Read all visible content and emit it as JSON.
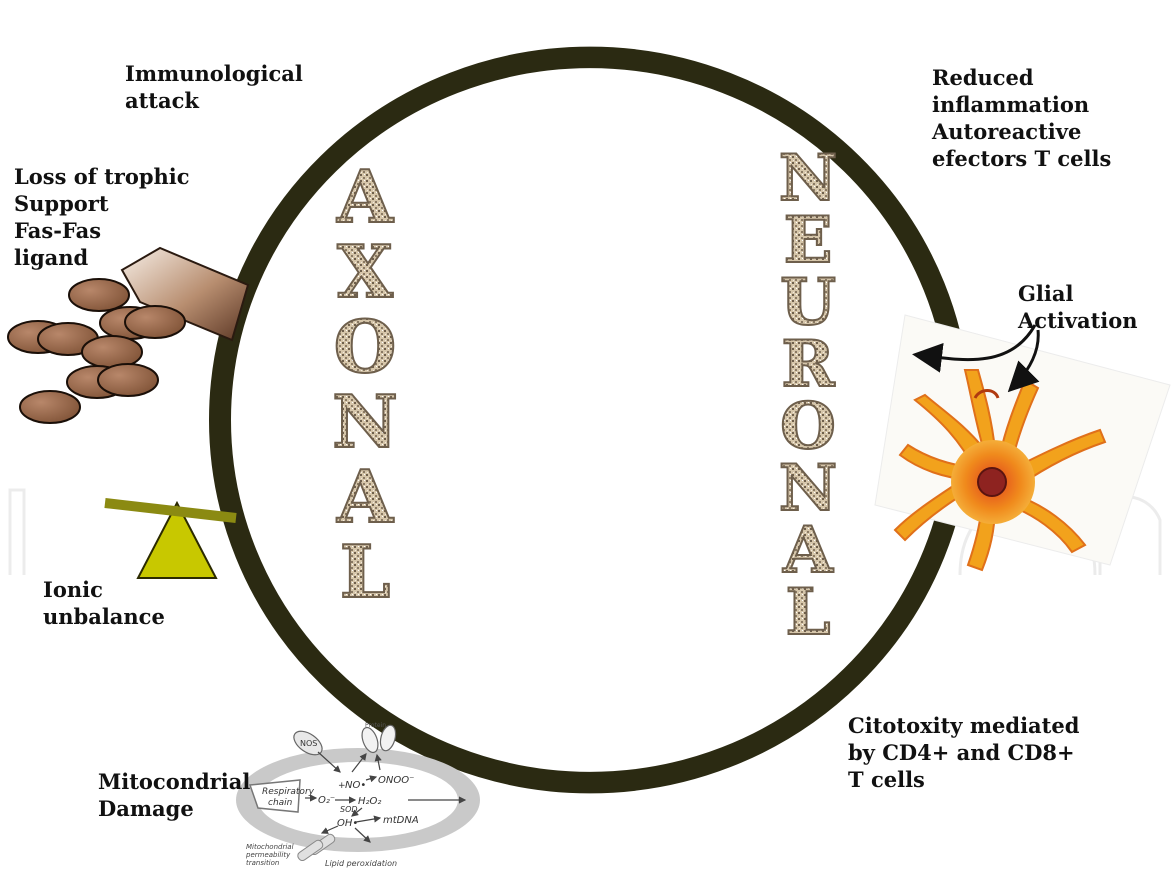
{
  "labels": {
    "immunological": [
      "Immunological",
      "attack"
    ],
    "trophic": [
      "Loss of trophic",
      "Support",
      "Fas-Fas",
      "ligand"
    ],
    "ionic": [
      "Ionic",
      "unbalance"
    ],
    "mito": [
      "Mitocondrial",
      "Damage"
    ],
    "reduced": [
      "Reduced",
      "inflammation",
      "Autoreactive",
      "efectors T cells"
    ],
    "glial": [
      "Glial",
      "Activation"
    ],
    "citotoxity": [
      "Citotoxity mediated",
      "by CD4+ and  CD8+",
      "T cells"
    ]
  },
  "big_words": {
    "axonal": "AXONAL",
    "neuronal": "NEURONAL"
  },
  "mito_inset": {
    "nos": "NOS",
    "respiratory": [
      "Respiratory",
      "chain"
    ],
    "o2": "O₂⁻",
    "sod": "SOD",
    "no": "NO•",
    "onoo": "ONOO⁻",
    "h2o2": "H₂O₂",
    "oh": "OH•",
    "mtdna": "mtDNA",
    "lipid": "Lipid peroxidation",
    "mpt": [
      "Mitochondrial",
      "permeability",
      "transition"
    ],
    "protein": "Protein",
    "plus": "+"
  },
  "colors": {
    "ring": "#2b2a12",
    "letter_fill": "#c9b79e",
    "letter_stroke": "#7a6a55",
    "cell_fill": "#9a6b4c",
    "cell_stroke": "#2a1a10",
    "balance_bar": "#8b8a12",
    "triangle": "#c8c800",
    "glia_outer": "#f0a01a",
    "glia_inner": "#d9391a"
  }
}
